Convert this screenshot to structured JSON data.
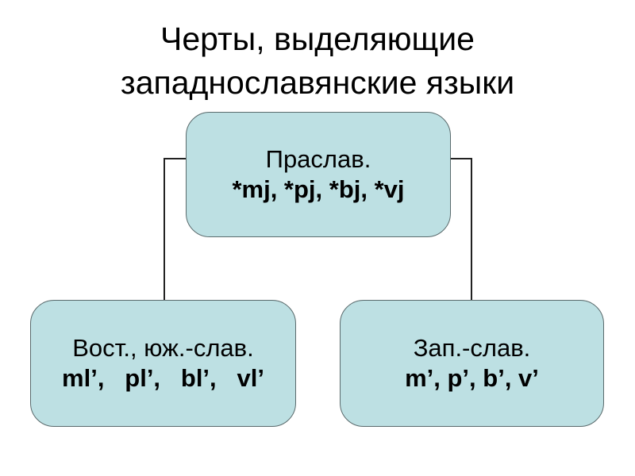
{
  "title": {
    "line1": "Черты, выделяющие",
    "line2": "западнославянские языки"
  },
  "nodes": {
    "root": {
      "label": "Праслав.",
      "forms": "*mj, *pj, *bj, *vj"
    },
    "east_south": {
      "label": "Вост., юж.-слав.",
      "forms": "ml’,   pl’,   bl’,   vl’"
    },
    "west": {
      "label": "Зап.-слав.",
      "forms": "m’, p’, b’, v’"
    }
  },
  "colors": {
    "box_fill": "#bde0e3",
    "connector": "#222222"
  }
}
